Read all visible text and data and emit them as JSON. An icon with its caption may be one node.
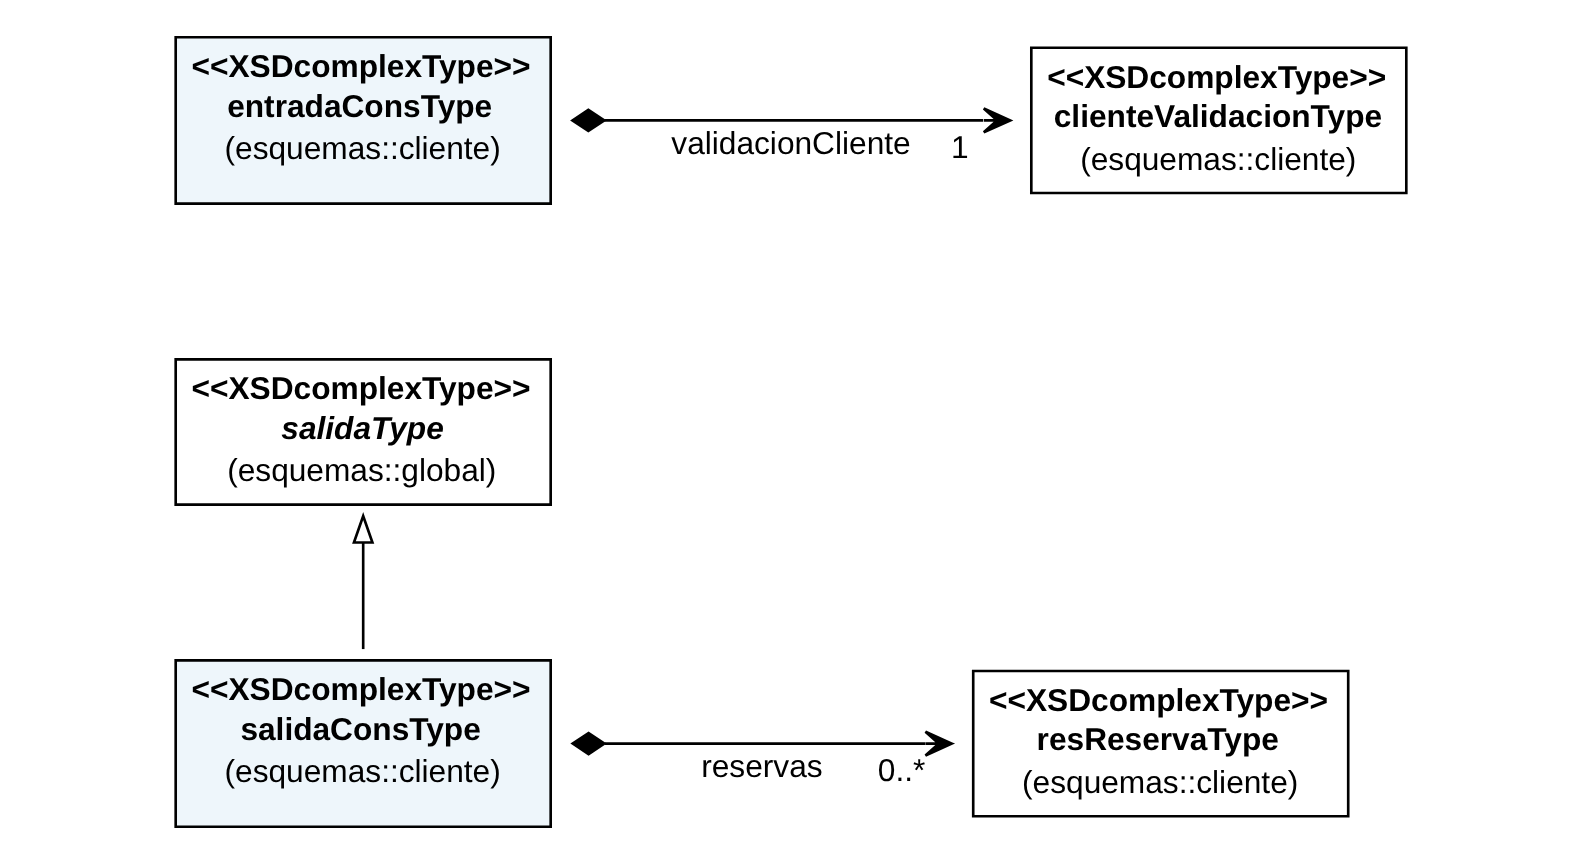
{
  "diagram": {
    "nodes": [
      {
        "text": [
          "<<XSDcomplexType>>",
          "entradaConsType",
          "(esquemas::cliente)"
        ]
      },
      {
        "text": [
          "<<XSDcomplexType>>",
          "clienteValidacionType",
          "(esquemas::cliente)"
        ]
      },
      {
        "text": [
          "<<XSDcomplexType>>",
          "salidaType",
          "(esquemas::global)"
        ]
      },
      {
        "text": [
          "<<XSDcomplexType>>",
          "salidaConsType",
          "(esquemas::cliente)"
        ]
      },
      {
        "text": [
          "<<XSDcomplexType>>",
          "resReservaType",
          "(esquemas::cliente)"
        ]
      }
    ],
    "edges": [
      {
        "from": 0,
        "to": 1,
        "arrow": "to",
        "label": "validacionCliente"
      },
      {
        "from": 3,
        "to": 2,
        "arrow": "to"
      },
      {
        "from": 3,
        "to": 4,
        "arrow": "to",
        "label": "reservas"
      }
    ],
    "labels": [
      "1",
      "0..*"
    ]
  }
}
